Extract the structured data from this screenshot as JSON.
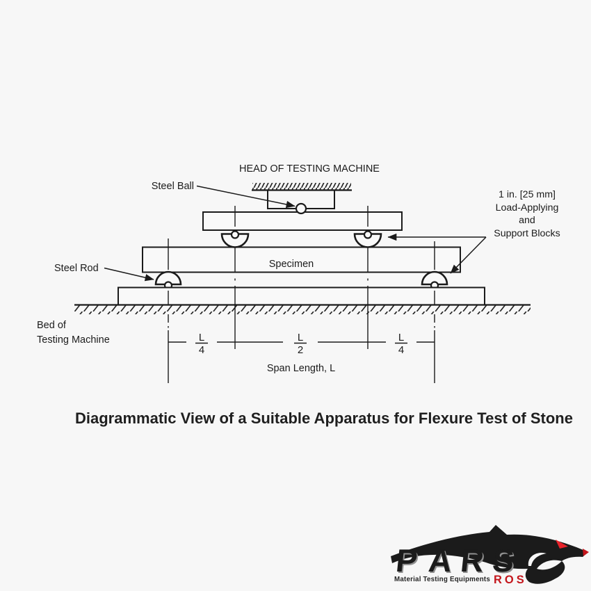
{
  "colors": {
    "background": "#f7f7f7",
    "ink": "#1b1b1b",
    "brand_red": "#c4161c",
    "eye_red": "#e8232b"
  },
  "diagram": {
    "head_label": "HEAD OF TESTING MACHINE",
    "steel_ball_label": "Steel Ball",
    "steel_rod_label": "Steel Rod",
    "specimen_label": "Specimen",
    "bed_label": [
      "Bed of",
      "Testing Machine"
    ],
    "blocks_note": [
      "1 in. [25 mm]",
      "Load-Applying",
      "and",
      "Support Blocks"
    ],
    "dims": {
      "left": {
        "num": "L",
        "den": "4"
      },
      "mid": {
        "num": "L",
        "den": "2"
      },
      "right": {
        "num": "L",
        "den": "4"
      }
    },
    "span_label": "Span Length, L"
  },
  "caption": "Diagrammatic View of a Suitable Apparatus for Flexure Test of Stone",
  "logo": {
    "letters": [
      "P",
      "A",
      "R",
      "S"
    ],
    "sub_brand": "ROS",
    "tagline": "Material Testing Equipments"
  }
}
